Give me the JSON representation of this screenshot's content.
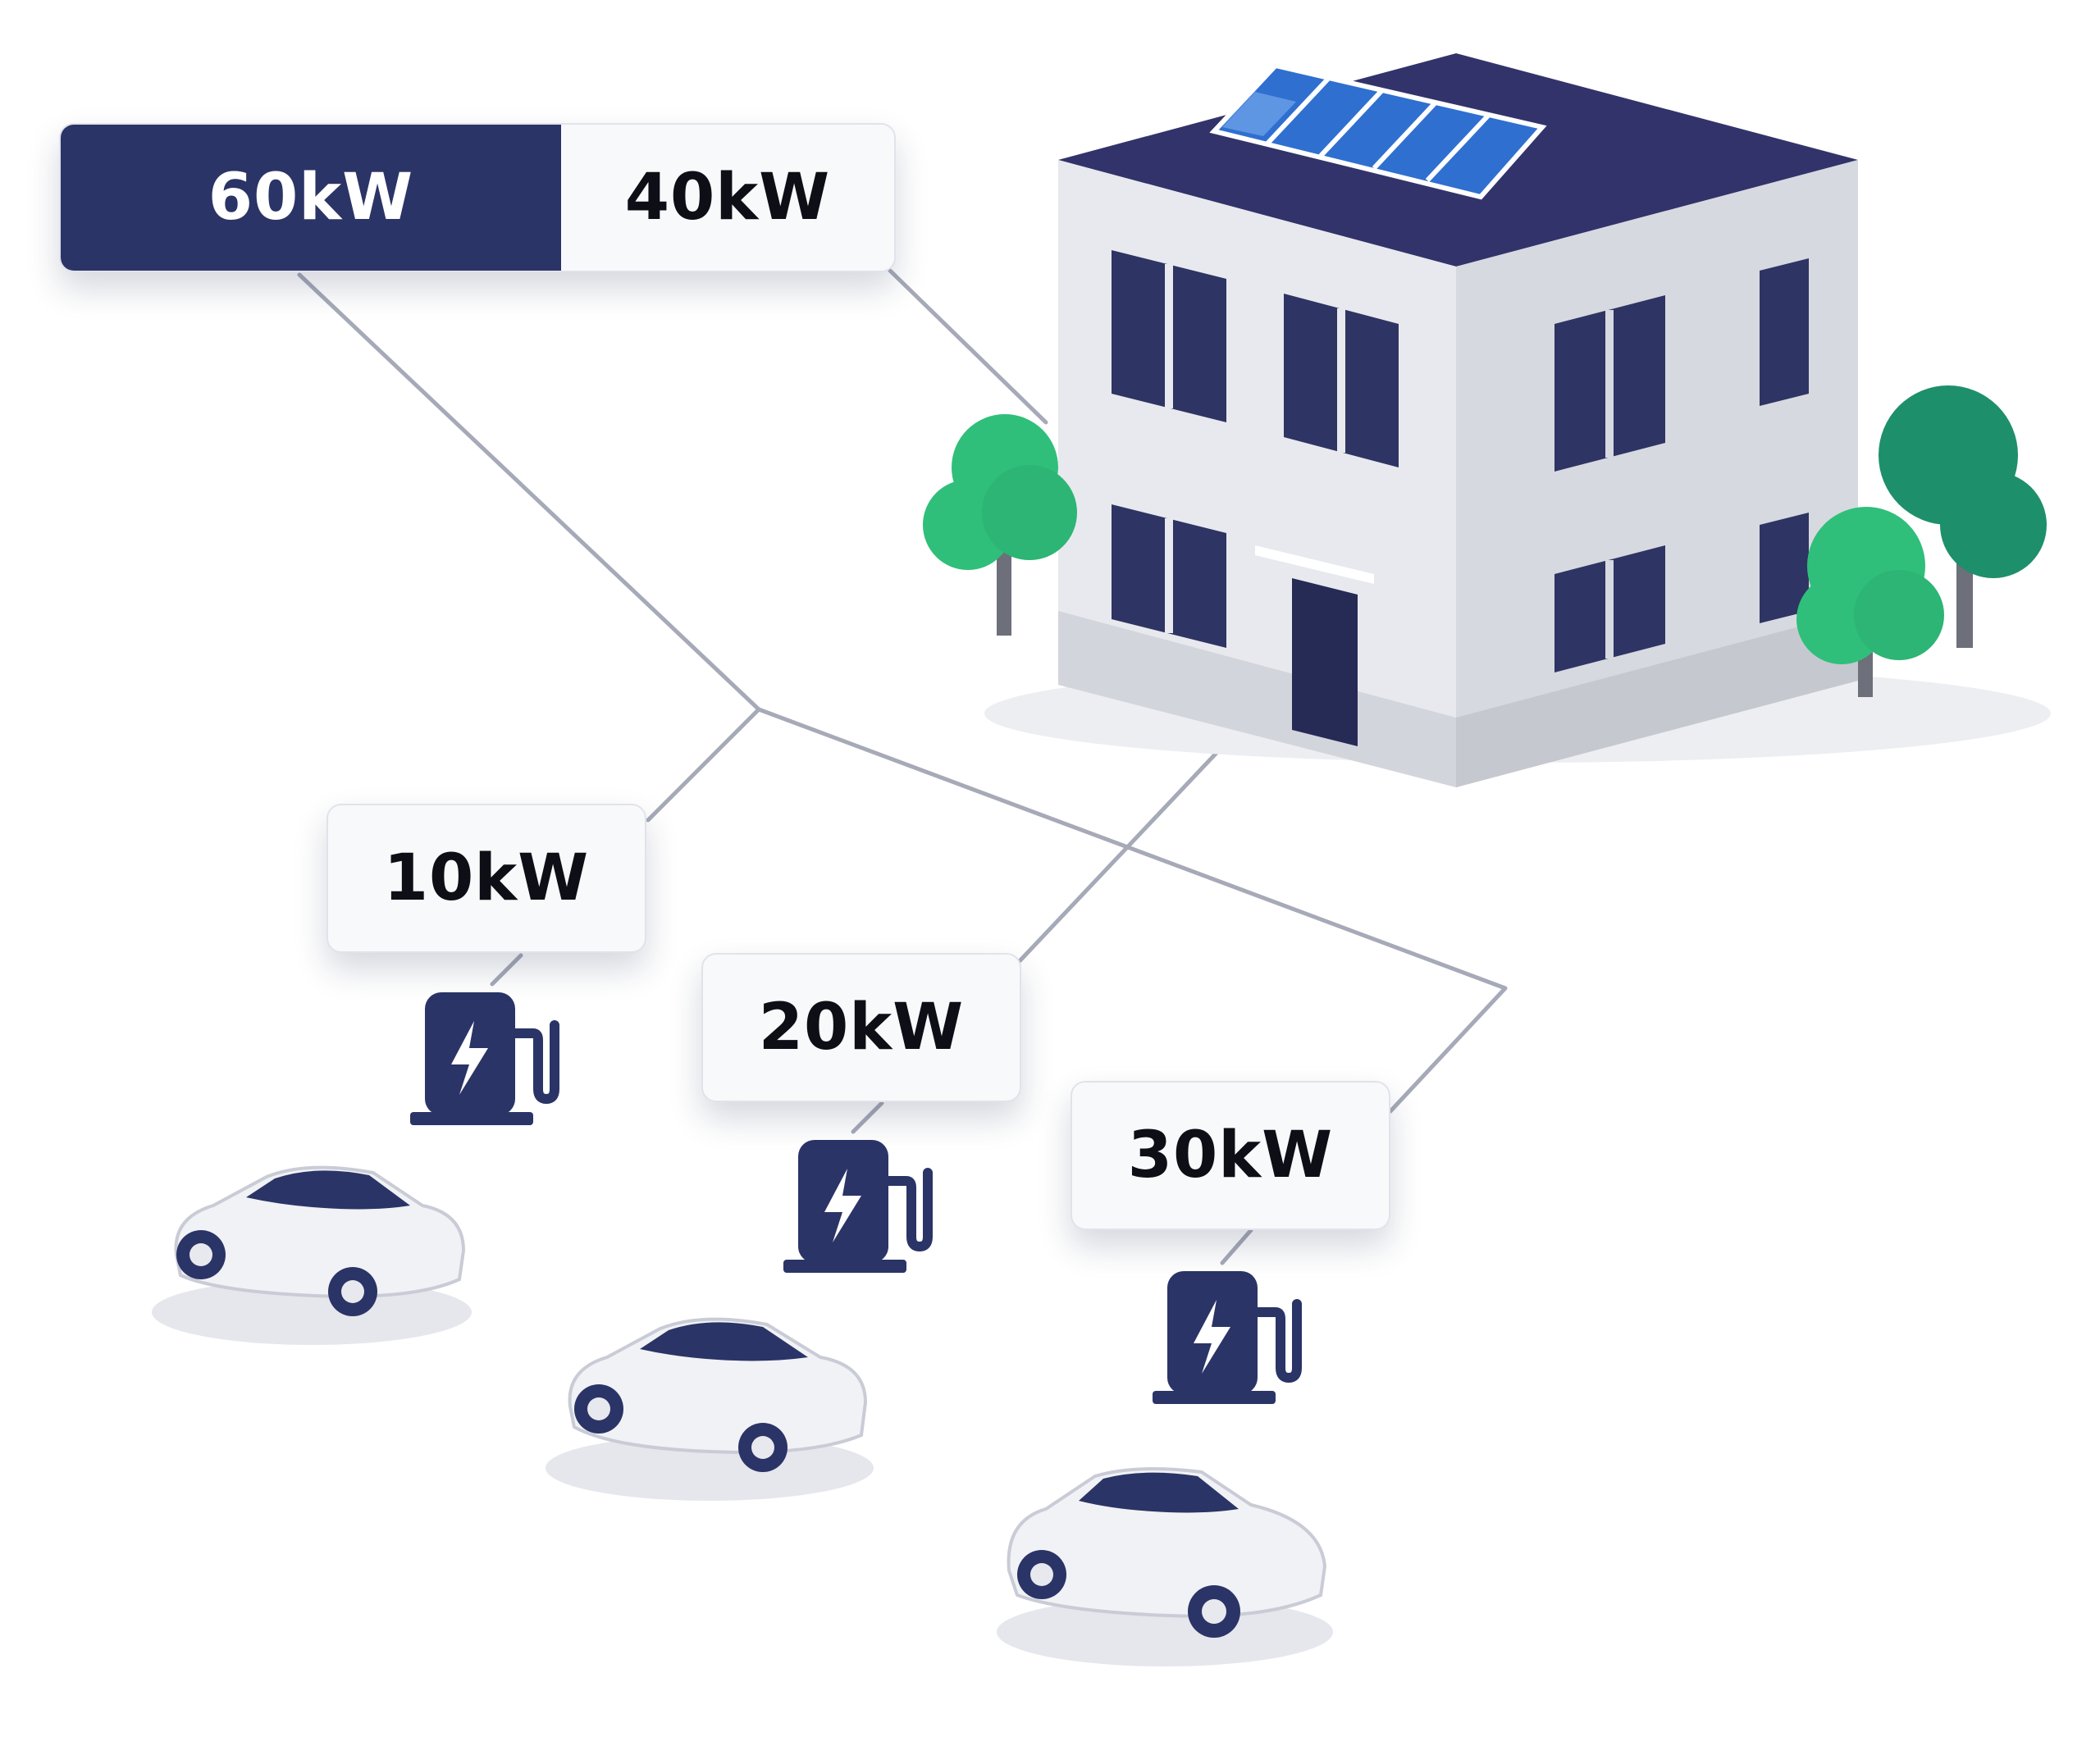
{
  "colors": {
    "navy": "#2b3466",
    "roof": "#33336b",
    "wall": "#e8e9ee",
    "wall_side": "#d7d9e0",
    "solar": "#4a82d8",
    "tree": "#2fbf7a",
    "tree_dark": "#1e8f6b",
    "line": "#a6aab8",
    "car_body": "#f1f2f5"
  },
  "source": {
    "primary": "60kW",
    "secondary": "40kW",
    "primary_fraction": 0.6
  },
  "chargers": [
    {
      "label": "10kW"
    },
    {
      "label": "20kW"
    },
    {
      "label": "30kW"
    }
  ],
  "icons": [
    "solar-panel-icon",
    "building-icon",
    "tree-icon",
    "ev-charger-icon",
    "car-icon"
  ]
}
